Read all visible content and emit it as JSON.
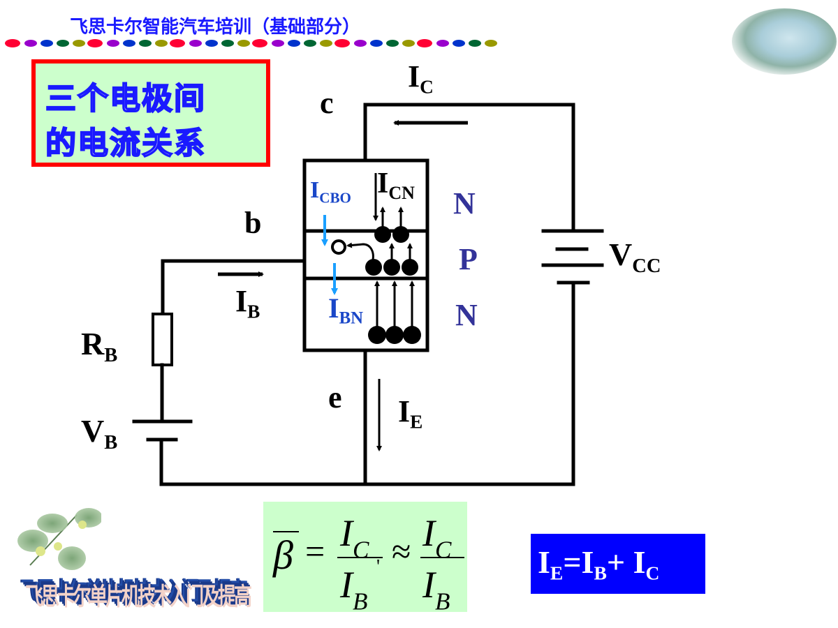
{
  "header": {
    "title": "飞思卡尔智能汽车培训（基础部分）",
    "dot_colors": [
      "#ff0033",
      "#9900cc",
      "#0033cc",
      "#006633",
      "#999900"
    ]
  },
  "title_box": {
    "line1": "三个电极间",
    "line2": "的电流关系"
  },
  "circuit": {
    "terminals": {
      "collector": "c",
      "base": "b",
      "emitter": "e"
    },
    "regions": [
      "N",
      "P",
      "N"
    ],
    "currents": {
      "ic": {
        "main": "I",
        "sub": "C"
      },
      "ib": {
        "main": "I",
        "sub": "B"
      },
      "ie": {
        "main": "I",
        "sub": "E"
      },
      "icn": {
        "main": "I",
        "sub": "CN"
      },
      "icbo": {
        "main": "I",
        "sub": "CBO"
      },
      "ibn": {
        "main": "I",
        "sub": "BN"
      }
    },
    "components": {
      "rb": {
        "main": "R",
        "sub": "B"
      },
      "vb": {
        "main": "V",
        "sub": "B"
      },
      "vcc": {
        "main": "V",
        "sub": "CC"
      }
    },
    "colors": {
      "wire": "#000000",
      "minority_current": "#1a9fff",
      "region_label": "#333399",
      "blue_label": "#1a47c8"
    }
  },
  "formula": {
    "beta": "β",
    "equals": "=",
    "approx": "≈",
    "numerator": {
      "main": "I",
      "sub": "C"
    },
    "denominator": {
      "main": "I",
      "sub": "B"
    },
    "prime": "'"
  },
  "sum_box": {
    "ie": {
      "main": "I",
      "sub": "E"
    },
    "eq": "=",
    "ib": {
      "main": "I",
      "sub": "B"
    },
    "plus": "+ ",
    "ic": {
      "main": "I",
      "sub": "C"
    }
  },
  "footer": {
    "brand": "飞思卡尔单片机技术入门及提高"
  }
}
